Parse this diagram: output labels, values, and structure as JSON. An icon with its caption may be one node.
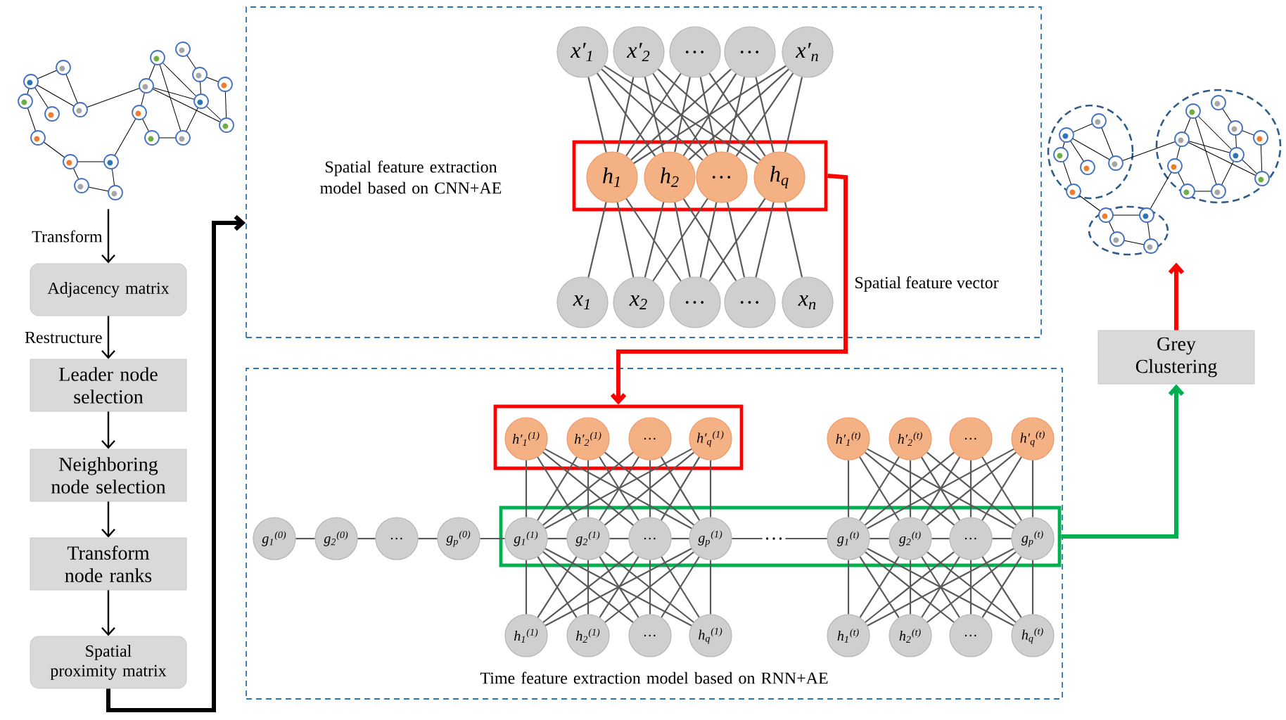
{
  "diagram": {
    "nodes": [
      {
        "text": [],
        "shape": "picture"
      },
      {
        "text": [
          "Adjacency matrix"
        ]
      },
      {
        "text": [
          "Leader node selection"
        ]
      },
      {
        "text": [
          "Neighboring node selection"
        ]
      },
      {
        "text": [
          "Transform node ranks"
        ]
      },
      {
        "text": [
          "Spatial proximity matrix"
        ]
      },
      {
        "text": [
          "Spatial feature extraction model based on CNN+AE"
        ]
      },
      {
        "text": [
          "x′$_{1}$"
        ],
        "in": 6
      },
      {
        "text": [
          "x′$_{2}$"
        ],
        "in": 6
      },
      {
        "text": [
          "…"
        ],
        "in": 6
      },
      {
        "text": [
          "…"
        ],
        "in": 6
      },
      {
        "text": [
          "x′$_{n}$"
        ],
        "in": 6
      },
      {
        "text": [],
        "shape": "box",
        "in": 6
      },
      {
        "text": [
          "h$_{1}$"
        ],
        "in": 12
      },
      {
        "text": [
          "h$_{2}$"
        ],
        "in": 12
      },
      {
        "text": [
          "…"
        ],
        "in": 12
      },
      {
        "text": [
          "h$_{q}$"
        ],
        "in": 12
      },
      {
        "text": [
          "x$_{1}$"
        ],
        "in": 6
      },
      {
        "text": [
          "x$_{2}$"
        ],
        "in": 6
      },
      {
        "text": [
          "…"
        ],
        "in": 6
      },
      {
        "text": [
          "…"
        ],
        "in": 6
      },
      {
        "text": [
          "x$_{n}$"
        ],
        "in": 6
      },
      {
        "text": [
          "Time feature extraction model based on RNN+AE"
        ]
      },
      {
        "text": [],
        "shape": "box",
        "in": 22
      },
      {
        "text": [
          "h′$_{1}$$^{(1)}$"
        ],
        "in": 23
      },
      {
        "text": [
          "h′$_{2}$$^{(1)}$"
        ],
        "in": 23
      },
      {
        "text": [
          "…"
        ],
        "in": 23
      },
      {
        "text": [
          "h′$_{q}$$^{(1)}$"
        ],
        "in": 23
      },
      {
        "text": [
          "h′$_{1}$$^{(t)}$"
        ],
        "in": 22
      },
      {
        "text": [
          "h′$_{2}$$^{(t)}$"
        ],
        "in": 22
      },
      {
        "text": [
          "…"
        ],
        "in": 22
      },
      {
        "text": [
          "h′$_{q}$$^{(t)}$"
        ],
        "in": 22
      },
      {
        "text": [],
        "shape": "box",
        "in": 22
      },
      {
        "text": [
          "g$_{1}$$^{(0)}$"
        ],
        "in": 22
      },
      {
        "text": [
          "g$_{2}$$^{(0)}$"
        ],
        "in": 22
      },
      {
        "text": [
          "…"
        ],
        "in": 22
      },
      {
        "text": [
          "g$_{p}$$^{(0)}$"
        ],
        "in": 22
      },
      {
        "text": [
          "g$_{1}$$^{(1)}$"
        ],
        "in": 32
      },
      {
        "text": [
          "g$_{2}$$^{(1)}$"
        ],
        "in": 32
      },
      {
        "text": [
          "…"
        ],
        "in": 32
      },
      {
        "text": [
          "g$_{p}$$^{(1)}$"
        ],
        "in": 32
      },
      {
        "text": [
          "…"
        ],
        "in": 32
      },
      {
        "text": [
          "g$_{1}$$^{(t)}$"
        ],
        "in": 32
      },
      {
        "text": [
          "g$_{2}$$^{(t)}$"
        ],
        "in": 32
      },
      {
        "text": [
          "…"
        ],
        "in": 32
      },
      {
        "text": [
          "g$_{p}$$^{(t)}$"
        ],
        "in": 32
      },
      {
        "text": [
          "h$_{1}$$^{(1)}$"
        ],
        "in": 22
      },
      {
        "text": [
          "h$_{2}$$^{(1)}$"
        ],
        "in": 22
      },
      {
        "text": [
          "…"
        ],
        "in": 22
      },
      {
        "text": [
          "h$_{q}$$^{(1)}$"
        ],
        "in": 22
      },
      {
        "text": [
          "h$_{1}$$^{(t)}$"
        ],
        "in": 22
      },
      {
        "text": [
          "h$_{2}$$^{(t)}$"
        ],
        "in": 22
      },
      {
        "text": [
          "…"
        ],
        "in": 22
      },
      {
        "text": [
          "h$_{q}$$^{(t)}$"
        ],
        "in": 22
      },
      {
        "text": [
          "Grey Clustering"
        ]
      },
      {
        "text": [],
        "shape": "picture"
      }
    ],
    "edges": [
      {
        "from": 0,
        "to": 1,
        "arrow": "to",
        "label": "Transform",
        "color": "#000000"
      },
      {
        "from": 1,
        "to": 2,
        "arrow": "to",
        "label": "Restructure",
        "color": "#000000"
      },
      {
        "from": 2,
        "to": 3,
        "arrow": "to",
        "color": "#000000"
      },
      {
        "from": 3,
        "to": 4,
        "arrow": "to",
        "color": "#000000"
      },
      {
        "from": 4,
        "to": 5,
        "arrow": "to",
        "color": "#000000"
      },
      {
        "from": 5,
        "to": 6,
        "arrow": "to",
        "style": "thick",
        "color": "#000000"
      },
      {
        "from": 12,
        "to": 23,
        "arrow": "to",
        "label": "Spatial feature vector",
        "style": "thick",
        "color": "#ff0000"
      },
      {
        "from": 32,
        "to": 54,
        "arrow": "to",
        "style": "thick",
        "color": "#00b050"
      },
      {
        "from": 54,
        "to": 55,
        "arrow": "to",
        "style": "thick",
        "color": "#ff0000"
      },
      {
        "from": 7,
        "to": 13,
        "arrow": "none"
      },
      {
        "from": 7,
        "to": 14,
        "arrow": "none"
      },
      {
        "from": 7,
        "to": 15,
        "arrow": "none"
      },
      {
        "from": 7,
        "to": 16,
        "arrow": "none"
      },
      {
        "from": 8,
        "to": 13,
        "arrow": "none"
      },
      {
        "from": 8,
        "to": 14,
        "arrow": "none"
      },
      {
        "from": 8,
        "to": 15,
        "arrow": "none"
      },
      {
        "from": 8,
        "to": 16,
        "arrow": "none"
      },
      {
        "from": 9,
        "to": 13,
        "arrow": "none"
      },
      {
        "from": 9,
        "to": 14,
        "arrow": "none"
      },
      {
        "from": 9,
        "to": 15,
        "arrow": "none"
      },
      {
        "from": 9,
        "to": 16,
        "arrow": "none"
      },
      {
        "from": 10,
        "to": 13,
        "arrow": "none"
      },
      {
        "from": 10,
        "to": 14,
        "arrow": "none"
      },
      {
        "from": 10,
        "to": 15,
        "arrow": "none"
      },
      {
        "from": 10,
        "to": 16,
        "arrow": "none"
      },
      {
        "from": 11,
        "to": 13,
        "arrow": "none"
      },
      {
        "from": 11,
        "to": 14,
        "arrow": "none"
      },
      {
        "from": 11,
        "to": 15,
        "arrow": "none"
      },
      {
        "from": 11,
        "to": 16,
        "arrow": "none"
      },
      {
        "from": 13,
        "to": 17,
        "arrow": "none"
      },
      {
        "from": 13,
        "to": 18,
        "arrow": "none"
      },
      {
        "from": 13,
        "to": 19,
        "arrow": "none"
      },
      {
        "from": 14,
        "to": 18,
        "arrow": "none"
      },
      {
        "from": 14,
        "to": 19,
        "arrow": "none"
      },
      {
        "from": 14,
        "to": 20,
        "arrow": "none"
      },
      {
        "from": 15,
        "to": 18,
        "arrow": "none"
      },
      {
        "from": 15,
        "to": 19,
        "arrow": "none"
      },
      {
        "from": 15,
        "to": 20,
        "arrow": "none"
      },
      {
        "from": 16,
        "to": 19,
        "arrow": "none"
      },
      {
        "from": 16,
        "to": 20,
        "arrow": "none"
      },
      {
        "from": 16,
        "to": 21,
        "arrow": "none"
      },
      {
        "from": 24,
        "to": 37,
        "arrow": "none"
      },
      {
        "from": 24,
        "to": 38,
        "arrow": "none"
      },
      {
        "from": 24,
        "to": 39,
        "arrow": "none"
      },
      {
        "from": 24,
        "to": 40,
        "arrow": "none"
      },
      {
        "from": 25,
        "to": 37,
        "arrow": "none"
      },
      {
        "from": 25,
        "to": 38,
        "arrow": "none"
      },
      {
        "from": 25,
        "to": 39,
        "arrow": "none"
      },
      {
        "from": 25,
        "to": 40,
        "arrow": "none"
      },
      {
        "from": 26,
        "to": 37,
        "arrow": "none"
      },
      {
        "from": 26,
        "to": 38,
        "arrow": "none"
      },
      {
        "from": 26,
        "to": 39,
        "arrow": "none"
      },
      {
        "from": 26,
        "to": 40,
        "arrow": "none"
      },
      {
        "from": 27,
        "to": 37,
        "arrow": "none"
      },
      {
        "from": 27,
        "to": 38,
        "arrow": "none"
      },
      {
        "from": 27,
        "to": 39,
        "arrow": "none"
      },
      {
        "from": 27,
        "to": 40,
        "arrow": "none"
      },
      {
        "from": 37,
        "to": 46,
        "arrow": "none"
      },
      {
        "from": 37,
        "to": 47,
        "arrow": "none"
      },
      {
        "from": 37,
        "to": 48,
        "arrow": "none"
      },
      {
        "from": 37,
        "to": 49,
        "arrow": "none"
      },
      {
        "from": 38,
        "to": 46,
        "arrow": "none"
      },
      {
        "from": 38,
        "to": 47,
        "arrow": "none"
      },
      {
        "from": 38,
        "to": 48,
        "arrow": "none"
      },
      {
        "from": 38,
        "to": 49,
        "arrow": "none"
      },
      {
        "from": 39,
        "to": 46,
        "arrow": "none"
      },
      {
        "from": 39,
        "to": 47,
        "arrow": "none"
      },
      {
        "from": 39,
        "to": 48,
        "arrow": "none"
      },
      {
        "from": 39,
        "to": 49,
        "arrow": "none"
      },
      {
        "from": 40,
        "to": 46,
        "arrow": "none"
      },
      {
        "from": 40,
        "to": 47,
        "arrow": "none"
      },
      {
        "from": 40,
        "to": 48,
        "arrow": "none"
      },
      {
        "from": 40,
        "to": 49,
        "arrow": "none"
      },
      {
        "from": 28,
        "to": 42,
        "arrow": "none"
      },
      {
        "from": 28,
        "to": 43,
        "arrow": "none"
      },
      {
        "from": 28,
        "to": 44,
        "arrow": "none"
      },
      {
        "from": 28,
        "to": 45,
        "arrow": "none"
      },
      {
        "from": 29,
        "to": 42,
        "arrow": "none"
      },
      {
        "from": 29,
        "to": 43,
        "arrow": "none"
      },
      {
        "from": 29,
        "to": 44,
        "arrow": "none"
      },
      {
        "from": 29,
        "to": 45,
        "arrow": "none"
      },
      {
        "from": 30,
        "to": 42,
        "arrow": "none"
      },
      {
        "from": 30,
        "to": 43,
        "arrow": "none"
      },
      {
        "from": 30,
        "to": 44,
        "arrow": "none"
      },
      {
        "from": 30,
        "to": 45,
        "arrow": "none"
      },
      {
        "from": 31,
        "to": 42,
        "arrow": "none"
      },
      {
        "from": 31,
        "to": 43,
        "arrow": "none"
      },
      {
        "from": 31,
        "to": 44,
        "arrow": "none"
      },
      {
        "from": 31,
        "to": 45,
        "arrow": "none"
      },
      {
        "from": 42,
        "to": 50,
        "arrow": "none"
      },
      {
        "from": 42,
        "to": 51,
        "arrow": "none"
      },
      {
        "from": 42,
        "to": 52,
        "arrow": "none"
      },
      {
        "from": 42,
        "to": 53,
        "arrow": "none"
      },
      {
        "from": 43,
        "to": 50,
        "arrow": "none"
      },
      {
        "from": 43,
        "to": 51,
        "arrow": "none"
      },
      {
        "from": 43,
        "to": 52,
        "arrow": "none"
      },
      {
        "from": 43,
        "to": 53,
        "arrow": "none"
      },
      {
        "from": 44,
        "to": 50,
        "arrow": "none"
      },
      {
        "from": 44,
        "to": 51,
        "arrow": "none"
      },
      {
        "from": 44,
        "to": 52,
        "arrow": "none"
      },
      {
        "from": 44,
        "to": 53,
        "arrow": "none"
      },
      {
        "from": 45,
        "to": 50,
        "arrow": "none"
      },
      {
        "from": 45,
        "to": 51,
        "arrow": "none"
      },
      {
        "from": 45,
        "to": 52,
        "arrow": "none"
      },
      {
        "from": 45,
        "to": 53,
        "arrow": "none"
      },
      {
        "from": 33,
        "to": 34,
        "arrow": "none"
      },
      {
        "from": 34,
        "to": 35,
        "arrow": "none"
      },
      {
        "from": 35,
        "to": 36,
        "arrow": "none"
      },
      {
        "from": 36,
        "to": 37,
        "arrow": "none"
      },
      {
        "from": 37,
        "to": 38,
        "arrow": "none"
      },
      {
        "from": 38,
        "to": 39,
        "arrow": "none"
      },
      {
        "from": 39,
        "to": 40,
        "arrow": "none"
      },
      {
        "from": 40,
        "to": 41,
        "arrow": "none"
      },
      {
        "from": 41,
        "to": 42,
        "arrow": "none"
      },
      {
        "from": 42,
        "to": 43,
        "arrow": "none"
      },
      {
        "from": 43,
        "to": 44,
        "arrow": "none"
      },
      {
        "from": 44,
        "to": 45,
        "arrow": "none"
      }
    ]
  }
}
